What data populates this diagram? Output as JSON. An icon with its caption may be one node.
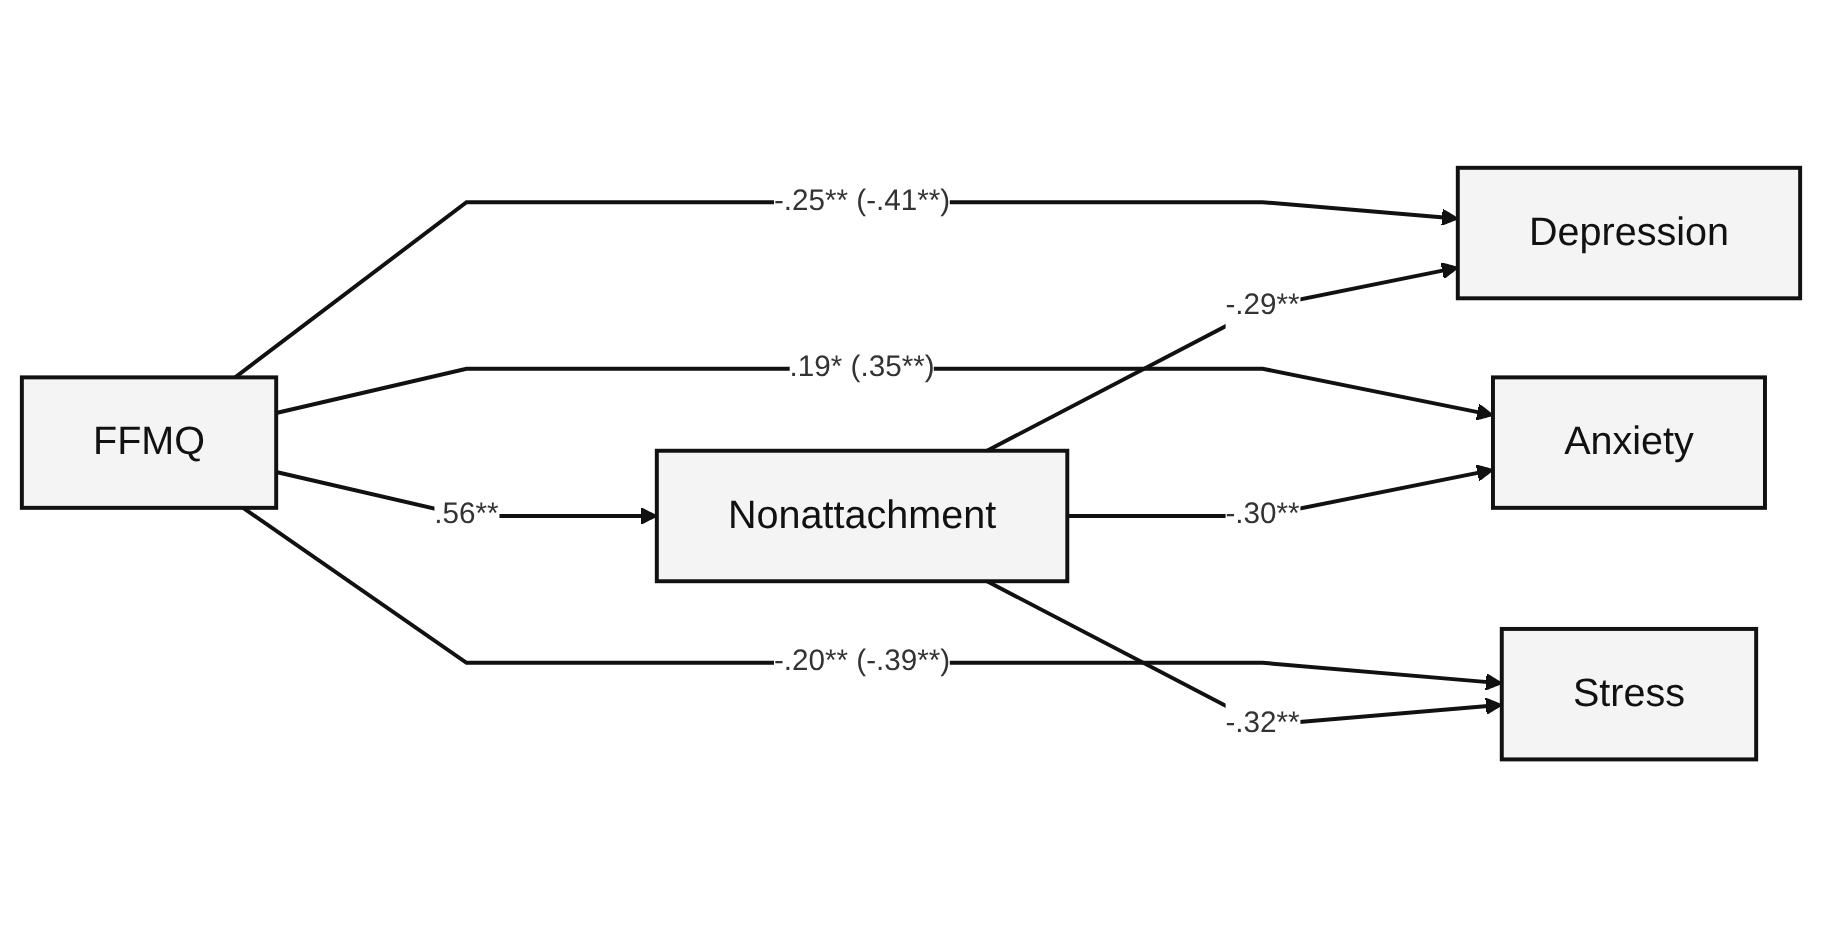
{
  "diagram": {
    "nodes": [
      {
        "text": [
          "FFMQ"
        ]
      },
      {
        "text": [
          "Nonattachment"
        ]
      },
      {
        "text": [
          "Depression"
        ]
      },
      {
        "text": [
          "Anxiety"
        ]
      },
      {
        "text": [
          "Stress"
        ]
      }
    ],
    "edges": [
      {
        "from": 0,
        "to": 1,
        "arrow": "to",
        "label": ".56**"
      },
      {
        "from": 0,
        "to": 2,
        "arrow": "to",
        "label": "-.25**  (-.41**)"
      },
      {
        "from": 0,
        "to": 3,
        "arrow": "to",
        "label": ".19*  (.35**)"
      },
      {
        "from": 0,
        "to": 4,
        "arrow": "to",
        "label": "-.20**  (-.39**)"
      },
      {
        "from": 1,
        "to": 2,
        "arrow": "to",
        "label": "-.29**"
      },
      {
        "from": 1,
        "to": 3,
        "arrow": "to",
        "label": "-.30**"
      },
      {
        "from": 1,
        "to": 4,
        "arrow": "to",
        "label": "-.32**"
      }
    ]
  }
}
